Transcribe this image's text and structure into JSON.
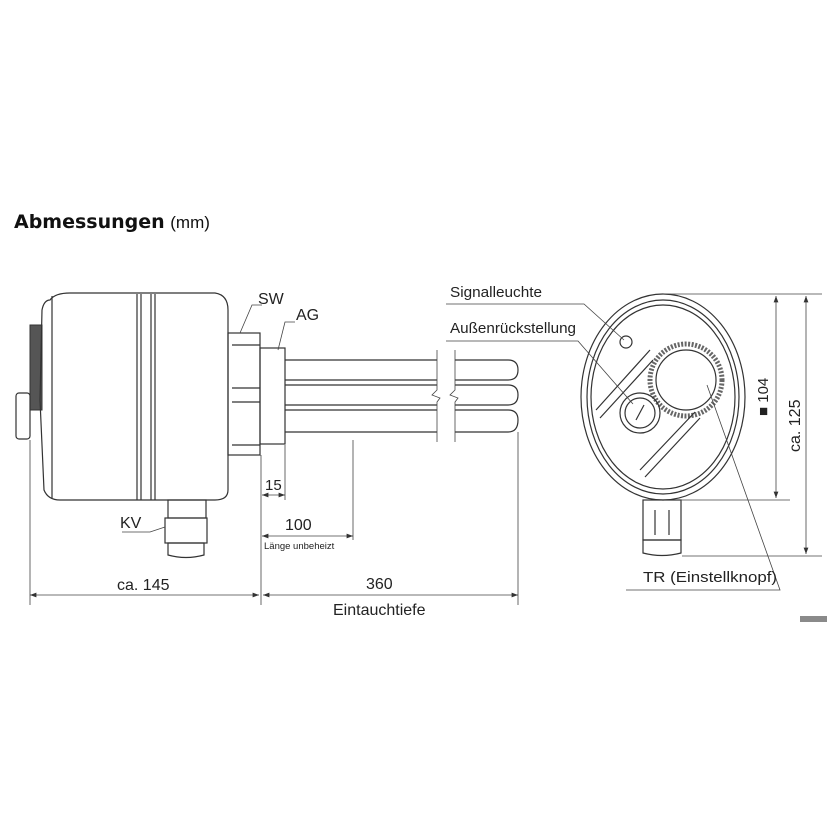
{
  "title": {
    "main": "Abmessungen",
    "unit": "(mm)"
  },
  "labels": {
    "sw": "SW",
    "ag": "AG",
    "kv": "KV",
    "signal": "Signalleuchte",
    "reset": "Außenrückstellung",
    "tr": "TR (Einstellknopf)"
  },
  "dimensions": {
    "d15": "15",
    "d100": "100",
    "d100_note": "Länge unbeheizt",
    "d145": "ca. 145",
    "d360": "360",
    "d360_note": "Eintauchtiefe",
    "d104": "■ 104",
    "d125": "ca. 125"
  }
}
